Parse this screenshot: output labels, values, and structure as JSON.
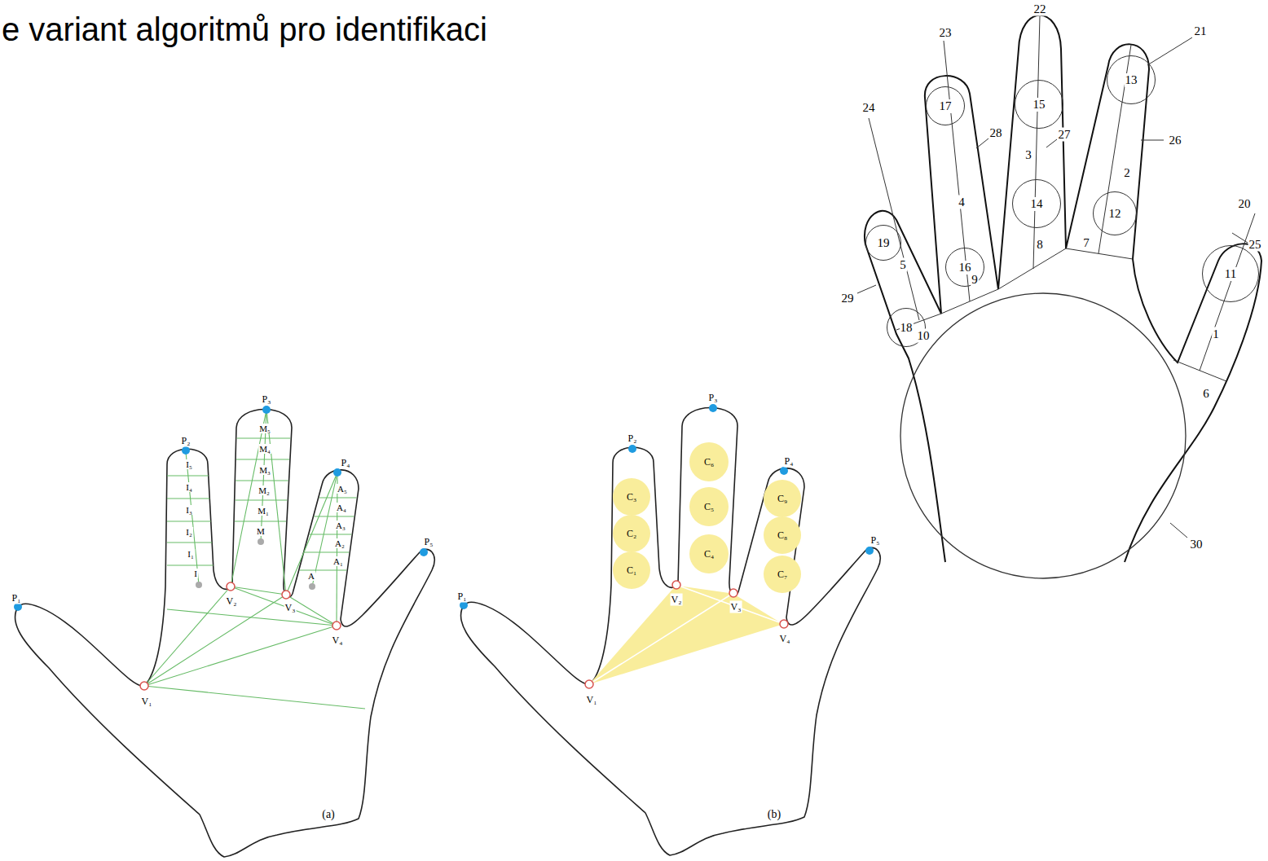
{
  "diagram": {
    "title": "e variant algoritmů pro identifikaci",
    "nodes": [
      {
        "text": [
          "C₁"
        ]
      },
      {
        "text": [
          "C₂"
        ]
      },
      {
        "text": [
          "C₃"
        ]
      },
      {
        "text": [
          "C₄"
        ]
      },
      {
        "text": [
          "C₅"
        ]
      },
      {
        "text": [
          "C₆"
        ]
      },
      {
        "text": [
          "C₇"
        ]
      },
      {
        "text": [
          "C₈"
        ]
      },
      {
        "text": [
          "C₉"
        ]
      },
      {
        "text": [
          "11"
        ]
      },
      {
        "text": [
          "12"
        ]
      },
      {
        "text": [
          "13"
        ]
      },
      {
        "text": [
          "14"
        ]
      },
      {
        "text": [
          "15"
        ]
      },
      {
        "text": [
          "16"
        ]
      },
      {
        "text": [
          "17"
        ]
      },
      {
        "text": [
          "18"
        ]
      },
      {
        "text": [
          "19"
        ]
      }
    ],
    "labels": [
      "P₁",
      "P₂",
      "P₃",
      "P₄",
      "P₅",
      "V₁",
      "V₂",
      "V₃",
      "V₄",
      "I₅",
      "I₄",
      "I₃",
      "I₂",
      "I₁",
      "I",
      "M₅",
      "M₄",
      "M₃",
      "M₂",
      "M₁",
      "M",
      "A₅",
      "A₄",
      "A₃",
      "A₂",
      "A₁",
      "A",
      "(a)",
      "P₁",
      "P₂",
      "P₃",
      "P₄",
      "P₅",
      "V₁",
      "V₂",
      "V₃",
      "V₄",
      "(b)",
      "1",
      "2",
      "3",
      "4",
      "5",
      "6",
      "7",
      "8",
      "9",
      "10",
      "20",
      "21",
      "22",
      "23",
      "24",
      "25",
      "26",
      "27",
      "28",
      "29",
      "30"
    ]
  }
}
